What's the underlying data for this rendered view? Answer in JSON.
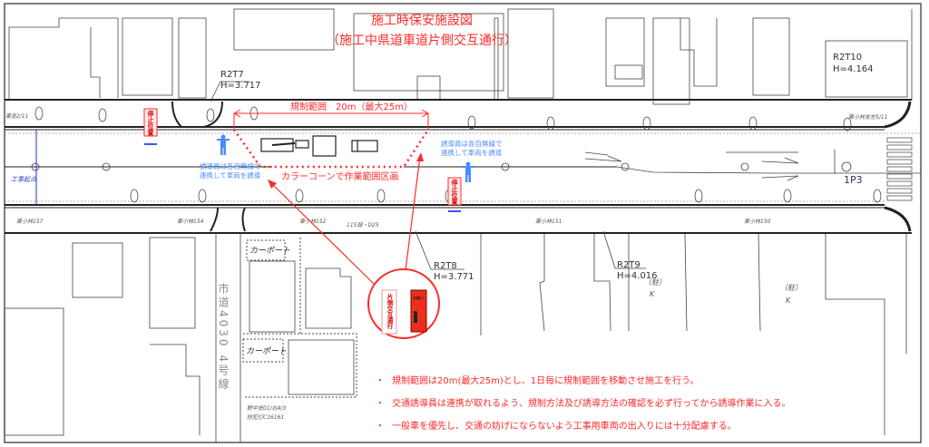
{
  "title": {
    "line1": "施工時保安施設図",
    "line2": "（施工中県道車道片側交互通行）"
  },
  "benchmarks": [
    {
      "name": "R2T7",
      "height": "H=3.717"
    },
    {
      "name": "R2T8",
      "height": "H=3.771"
    },
    {
      "name": "R2T9",
      "height": "H=4.016"
    },
    {
      "name": "R2T10",
      "height": "H=4.164"
    }
  ],
  "regulation_range": "規制範囲　20m（最大25m）",
  "cone_label": "カラーコーンで作業範囲区画",
  "guide_text": {
    "line1": "誘導員は各自無線で",
    "line2": "連携して車両を誘導"
  },
  "stop_sign": "停止位置",
  "start_point": "工事起点",
  "point_label": "1P3",
  "lot_labels": [
    "東小林157",
    "東小林154",
    "東小林152",
    "115錯・D25",
    "東小林151",
    "東小林150",
    "東小林支左5/11",
    "東走2/11"
  ],
  "carport": "カーポート",
  "parking": {
    "label": "（駐）",
    "sub": "K"
  },
  "city_road": "市道4030 4号線",
  "lamp": {
    "line1": "野中支01/右4/3",
    "line2": "防犯灯C16161"
  },
  "signs": {
    "white": "片側交互通行",
    "red": "お願い"
  },
  "notes": [
    "規制範囲は20m(最大25m)とし、1日毎に規制範囲を移動させ施工を行う。",
    "交通誘導員は連携が取れるよう、規制方法及び誘導方法の確認を必ず行ってから誘導作業に入る。",
    "一般車を優先し、交通の妨げにならないよう工事用車両の出入りには十分配慮する。"
  ],
  "note_bullet": "・",
  "colors": {
    "annotation": "#ff2a2a",
    "guide": "#4a8cff",
    "line": "#222222"
  }
}
